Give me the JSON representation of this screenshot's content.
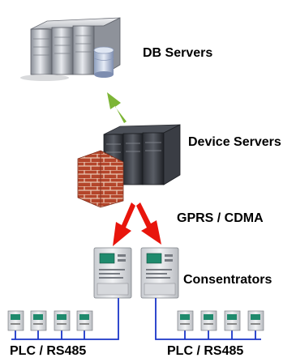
{
  "labels": {
    "db_servers": "DB Servers",
    "device_servers": "Device Servers",
    "link": "GPRS / CDMA",
    "concentrators": "Consentrators",
    "bus_left": "PLC / RS485",
    "bus_right": "PLC / RS485"
  },
  "icons": {
    "db": "server-rack-with-database-icon",
    "device": "server-rack-with-firewall-icon",
    "concentrator": "electricity-meter-icon",
    "meter": "small-meter-icon"
  },
  "colors": {
    "up_arrow": "#7db536",
    "down_arrows": "#e8150c",
    "bus_lines": "#1a35c8",
    "brick": "#b4452a"
  }
}
